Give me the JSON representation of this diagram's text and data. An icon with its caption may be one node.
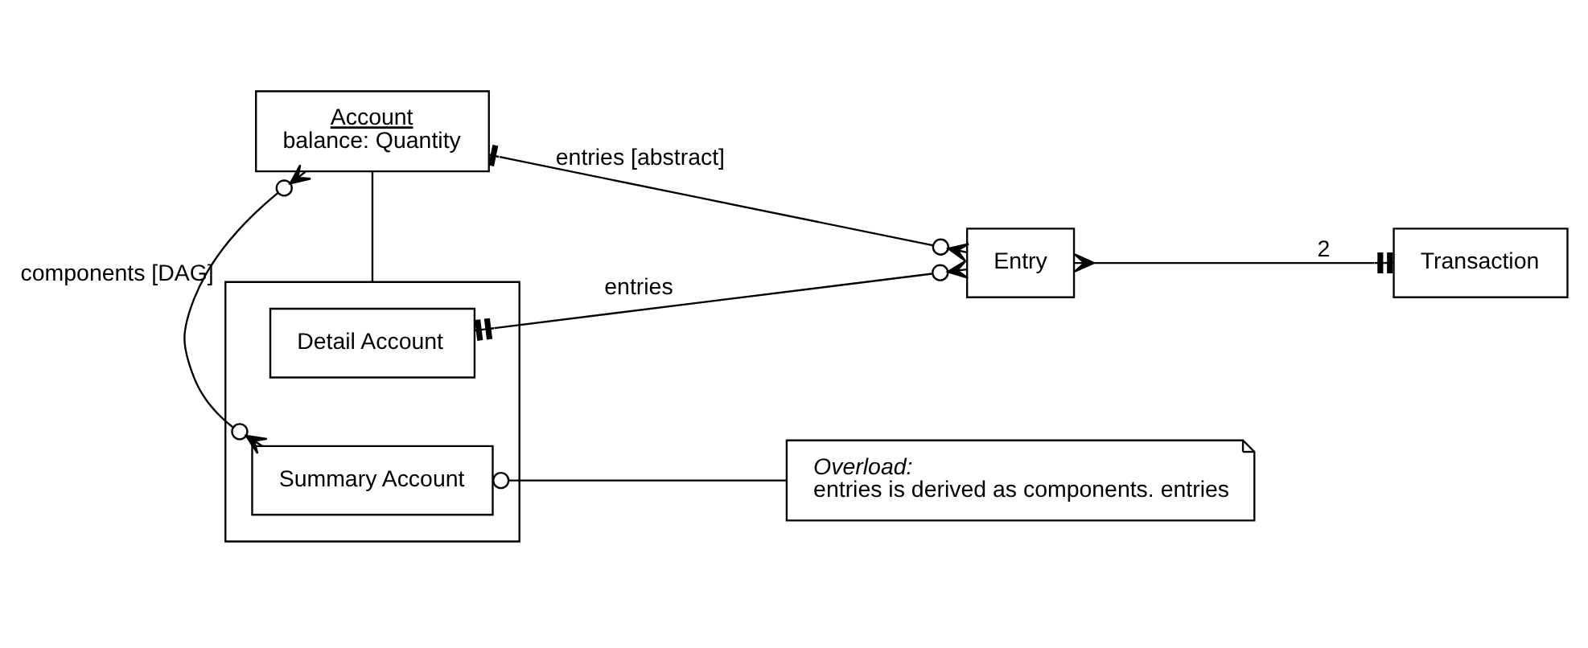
{
  "diagram": {
    "nodes": [
      {
        "text": [
          "Account",
          "balance: Quantity"
        ]
      },
      {
        "text": [],
        "shape": "box"
      },
      {
        "text": [
          "Detail Account"
        ],
        "in": 1
      },
      {
        "text": [
          "Summary Account"
        ],
        "in": 1
      },
      {
        "text": [
          "Entry"
        ]
      },
      {
        "text": [
          "Transaction"
        ]
      },
      {
        "text": [
          "Overload:",
          "entries is derived as components. entries"
        ]
      }
    ],
    "edges": [
      {
        "from": 0,
        "to": 4,
        "arrow": "other",
        "label": "entries [abstract]"
      },
      {
        "from": 0,
        "to": 1,
        "arrow": "none"
      },
      {
        "from": 2,
        "to": 4,
        "arrow": "other",
        "label": "entries"
      },
      {
        "from": 4,
        "to": 5,
        "arrow": "other",
        "label": "2"
      },
      {
        "from": 3,
        "to": 0,
        "arrow": "other",
        "label": "components [DAG]"
      },
      {
        "from": 3,
        "to": 6,
        "arrow": "other"
      }
    ]
  }
}
